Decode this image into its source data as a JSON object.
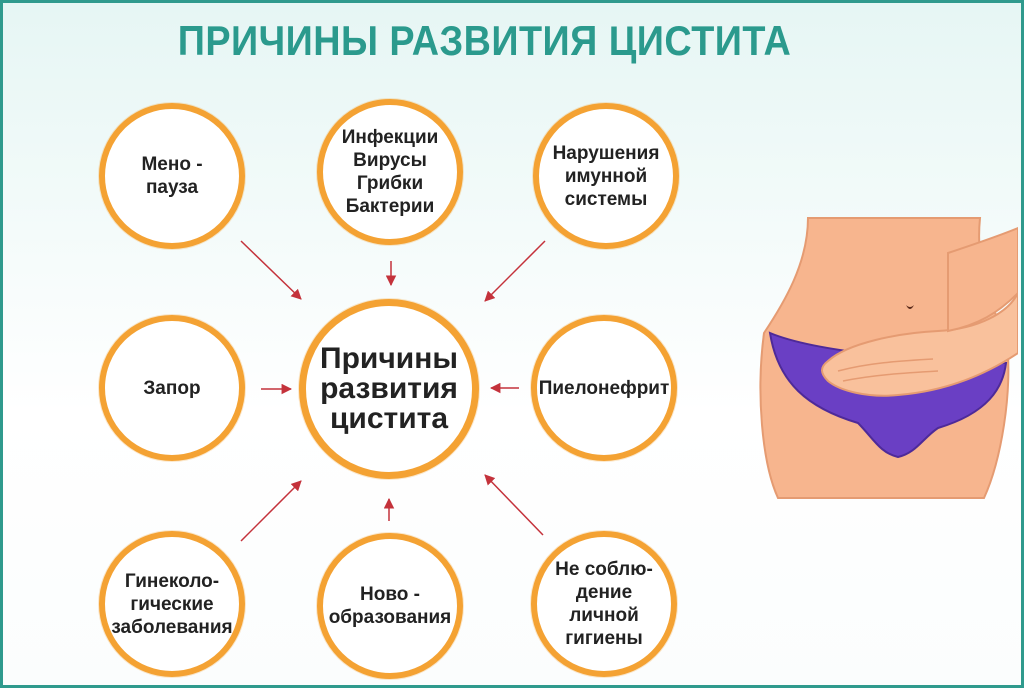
{
  "title": "ПРИЧИНЫ РАЗВИТИЯ ЦИСТИТА",
  "center": "Причины\nразвития\nцистита",
  "causes": [
    "Мено -\nпауза",
    "Инфекции\nВирусы\nГрибки\nБактерии",
    "Нарушения\nимунной\nсистемы",
    "Запор",
    "Пиелонефрит",
    "Гинеколо-\nгические\nзаболевания",
    "Ново -\nобразования",
    "Не соблю-\nдение\nличной\nгигиены"
  ],
  "colors": {
    "title": "#2b9a8d",
    "circle_border": "#f4a233",
    "arrow": "#c4323b",
    "skin": "#f7b58e",
    "underwear": "#6a3fc4"
  }
}
